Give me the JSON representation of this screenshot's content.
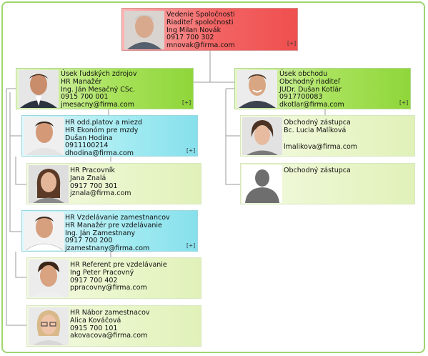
{
  "nodes": [
    {
      "id": "ceo",
      "lines": [
        "Vedenie Spoločnosti",
        "Riaditeľ spoločnosti",
        "Ing Milan Novák",
        "0917 700 302",
        "mnovak@firma.com"
      ],
      "expand": "[+]",
      "photo_icon": "man-gray-hair-photo"
    },
    {
      "id": "hr",
      "lines": [
        "Úsek ľudských zdrojov",
        "HR Manažér",
        "Ing. Ján Mesačný CSc.",
        "0915 700 001",
        "jmesacny@firma.com"
      ],
      "expand": "[+]",
      "photo_icon": "man-suit-photo"
    },
    {
      "id": "sales",
      "lines": [
        "Úsek obchodu",
        "Obchodný riaditeľ",
        "JUDr. Dušan Kotlár",
        "0917700083",
        "dkotlar@firma.com"
      ],
      "expand": "[+]",
      "photo_icon": "man-smiling-photo"
    },
    {
      "id": "payroll",
      "lines": [
        "HR odd.platov a miezd",
        "HR Ekonóm pre mzdy",
        "Dušan Hodina",
        "0911100214",
        "dhodina@firma.com"
      ],
      "expand": "[+]",
      "photo_icon": "man-casual-photo"
    },
    {
      "id": "hrworker",
      "lines": [
        "HR Pracovník",
        "Jana Znalá",
        "0917 700 301",
        "jznala@firma.com"
      ],
      "expand": "",
      "photo_icon": "woman-brunette-photo"
    },
    {
      "id": "training",
      "lines": [
        "HR Vzdelávanie zamestnancov",
        "HR Manažér pre vzdelávanie",
        "Ing. Ján Zamestnany",
        "0917 700 200",
        "jzamestnany@firma.com"
      ],
      "expand": "[+]",
      "photo_icon": "man-shirt-photo"
    },
    {
      "id": "referent",
      "lines": [
        "HR Referent pre vzdelávanie",
        "Ing Peter Pracovný",
        "0917 700 402",
        "ppracovny@firma.com"
      ],
      "expand": "",
      "photo_icon": "man-curly-photo"
    },
    {
      "id": "recruit",
      "lines": [
        "HR Nábor zamestnacov",
        "Alica Kováčová",
        "0915 700 101",
        "akovacova@firma.com"
      ],
      "expand": "",
      "photo_icon": "woman-glasses-photo"
    },
    {
      "id": "rep1",
      "lines": [
        "Obchodný zástupca",
        "Bc. Lucia Malíková",
        "",
        "lmalikova@firma.com"
      ],
      "expand": "",
      "photo_icon": "woman-short-hair-photo"
    },
    {
      "id": "rep2",
      "lines": [
        "Obchodný zástupca"
      ],
      "expand": "",
      "photo_icon": "person-silhouette-icon"
    }
  ],
  "colors": {
    "frame": "#9ed66f",
    "connector": "#9a9a9a",
    "ceo": "#ef4f4f",
    "department": "#8fd63a",
    "subdepartment": "#86e0ec",
    "employee": "#e1f1b9"
  }
}
